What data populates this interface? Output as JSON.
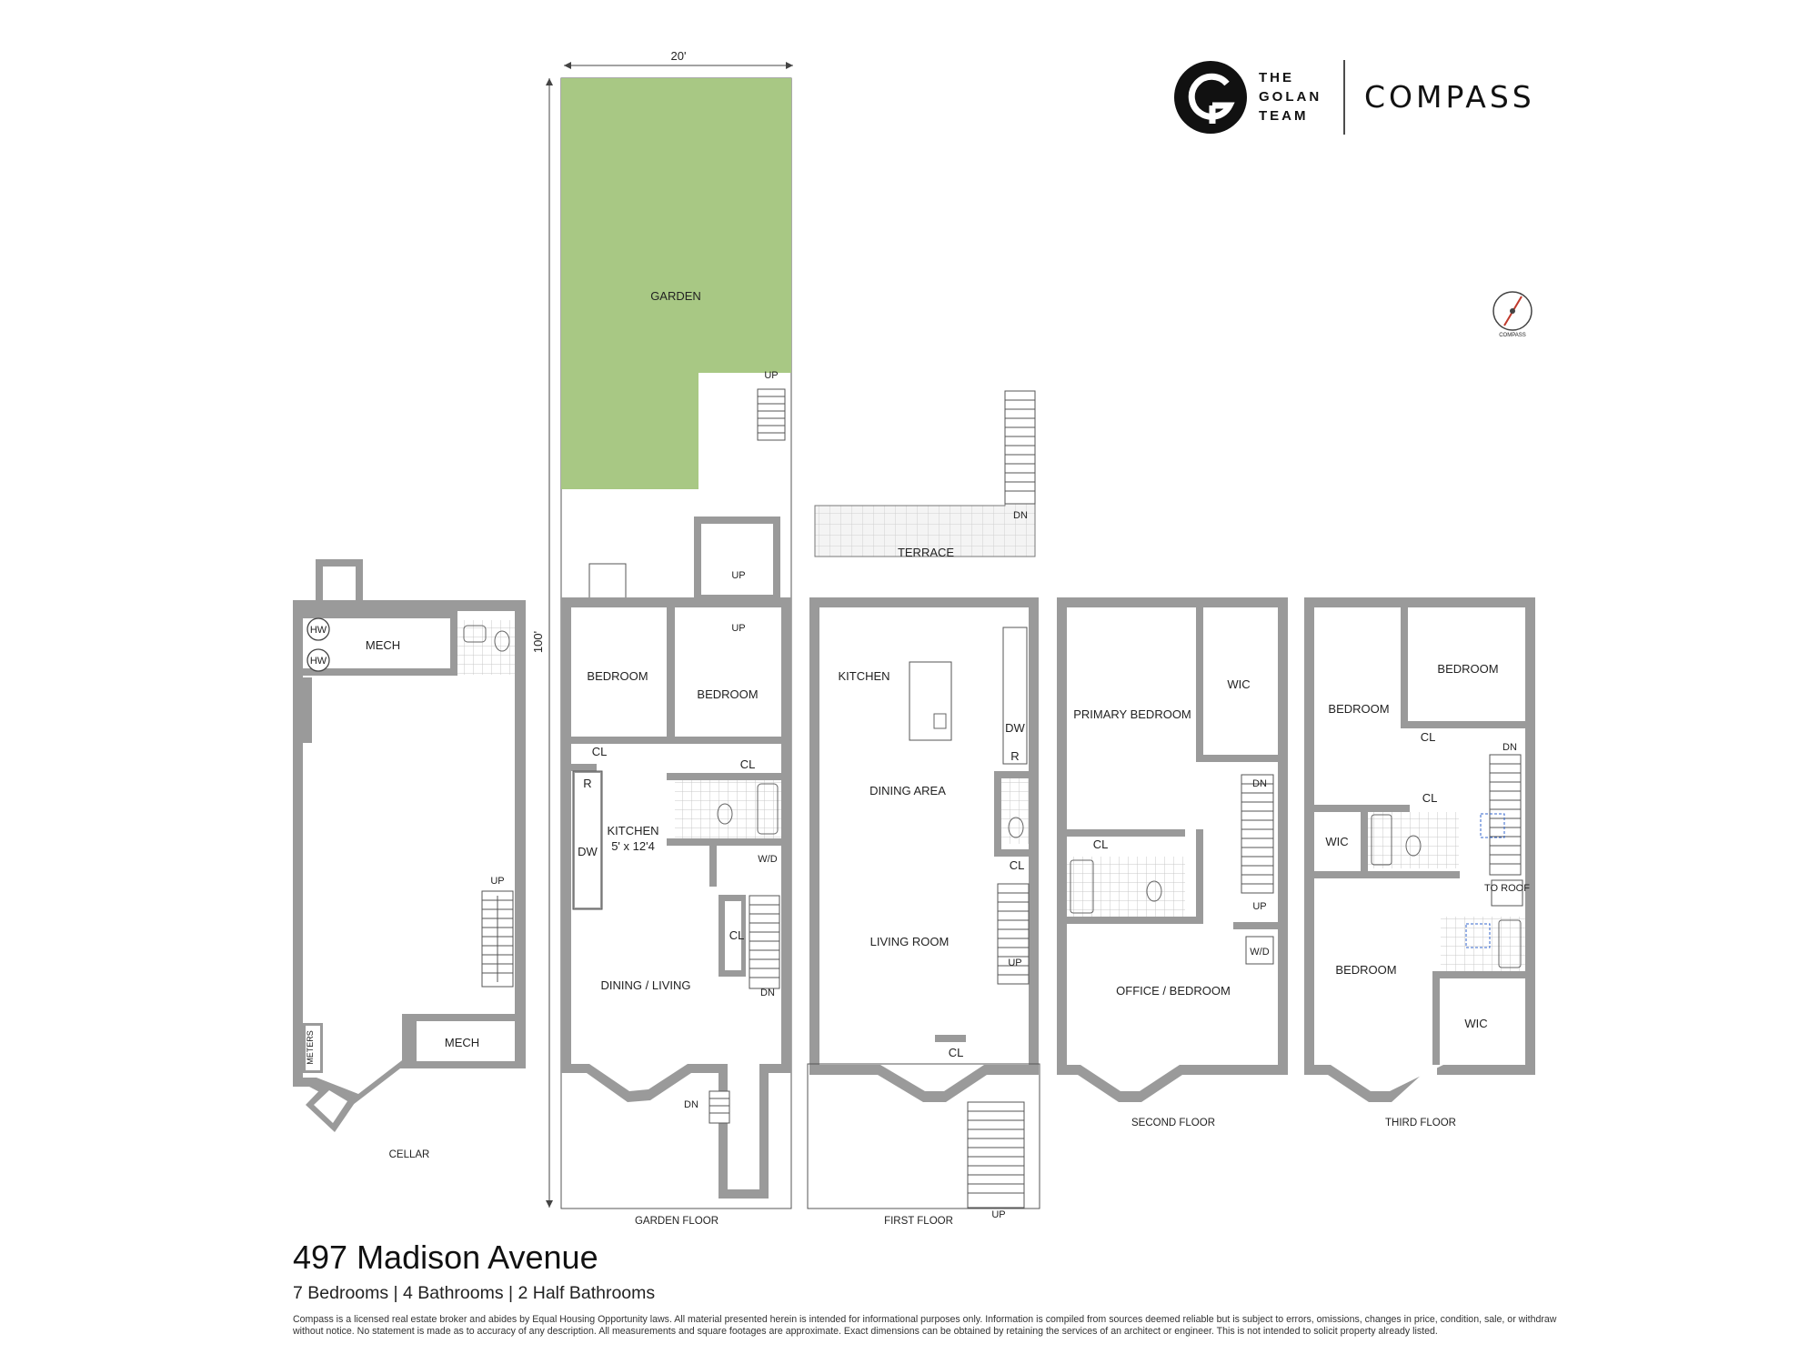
{
  "brand": {
    "team_line1": "THE",
    "team_line2": "GOLAN",
    "team_line3": "TEAM",
    "company": "COMPASS",
    "compass_rose_label": "COMPASS"
  },
  "dimensions": {
    "width_label": "20'",
    "depth_label": "100'"
  },
  "floors": {
    "cellar": {
      "caption": "CELLAR",
      "rooms": {
        "mech_top": "MECH",
        "mech_bottom": "MECH",
        "hw1": "HW",
        "hw2": "HW",
        "meters": "METERS",
        "up": "UP"
      }
    },
    "garden": {
      "caption": "GARDEN FLOOR",
      "rooms": {
        "garden": "GARDEN",
        "bedroom_left": "BEDROOM",
        "bedroom_right": "BEDROOM",
        "cl_a": "CL",
        "cl_b": "CL",
        "cl_c": "CL",
        "kitchen": "KITCHEN",
        "kitchen_dim": "5' x 12'4",
        "r": "R",
        "dw": "DW",
        "wd": "W/D",
        "dining_living": "DINING / LIVING",
        "up_yard": "UP",
        "up_entry": "UP",
        "up_vest": "UP",
        "dn_stair": "DN",
        "dn_front": "DN"
      }
    },
    "first": {
      "caption": "FIRST FLOOR",
      "rooms": {
        "terrace": "TERRACE",
        "kitchen": "KITCHEN",
        "dining_area": "DINING AREA",
        "living_room": "LIVING ROOM",
        "dw": "DW",
        "r": "R",
        "cl_a": "CL",
        "cl_b": "CL",
        "up_stair": "UP",
        "dn_terrace": "DN",
        "up_stoop": "UP"
      }
    },
    "second": {
      "caption": "SECOND FLOOR",
      "rooms": {
        "primary_bedroom": "PRIMARY BEDROOM",
        "wic": "WIC",
        "cl": "CL",
        "office_bedroom": "OFFICE / BEDROOM",
        "wd": "W/D",
        "dn": "DN",
        "up": "UP"
      }
    },
    "third": {
      "caption": "THIRD FLOOR",
      "rooms": {
        "bedroom_front_left": "BEDROOM",
        "bedroom_right": "BEDROOM",
        "bedroom_rear": "BEDROOM",
        "cl_a": "CL",
        "cl_b": "CL",
        "wic_a": "WIC",
        "wic_b": "WIC",
        "to_roof": "TO ROOF",
        "dn": "DN"
      }
    }
  },
  "listing": {
    "address": "497 Madison Avenue",
    "summary": "7 Bedrooms | 4 Bathrooms | 2 Half Bathrooms",
    "disclaimer": "Compass is a licensed real estate broker and abides by Equal Housing Opportunity laws. All material presented herein is intended for informational purposes only. Information is compiled from sources deemed reliable but is subject to errors, omissions, changes in price, condition, sale, or withdraw without notice. No statement is made as to accuracy of any description. All measurements and square footages are approximate. Exact dimensions can be obtained by retaining the services of an architect or engineer. This is not intended to solicit property already listed."
  },
  "colors": {
    "wall": "#9a9a9a",
    "garden": "#a8c884",
    "terrace": "#f2f2f2"
  }
}
